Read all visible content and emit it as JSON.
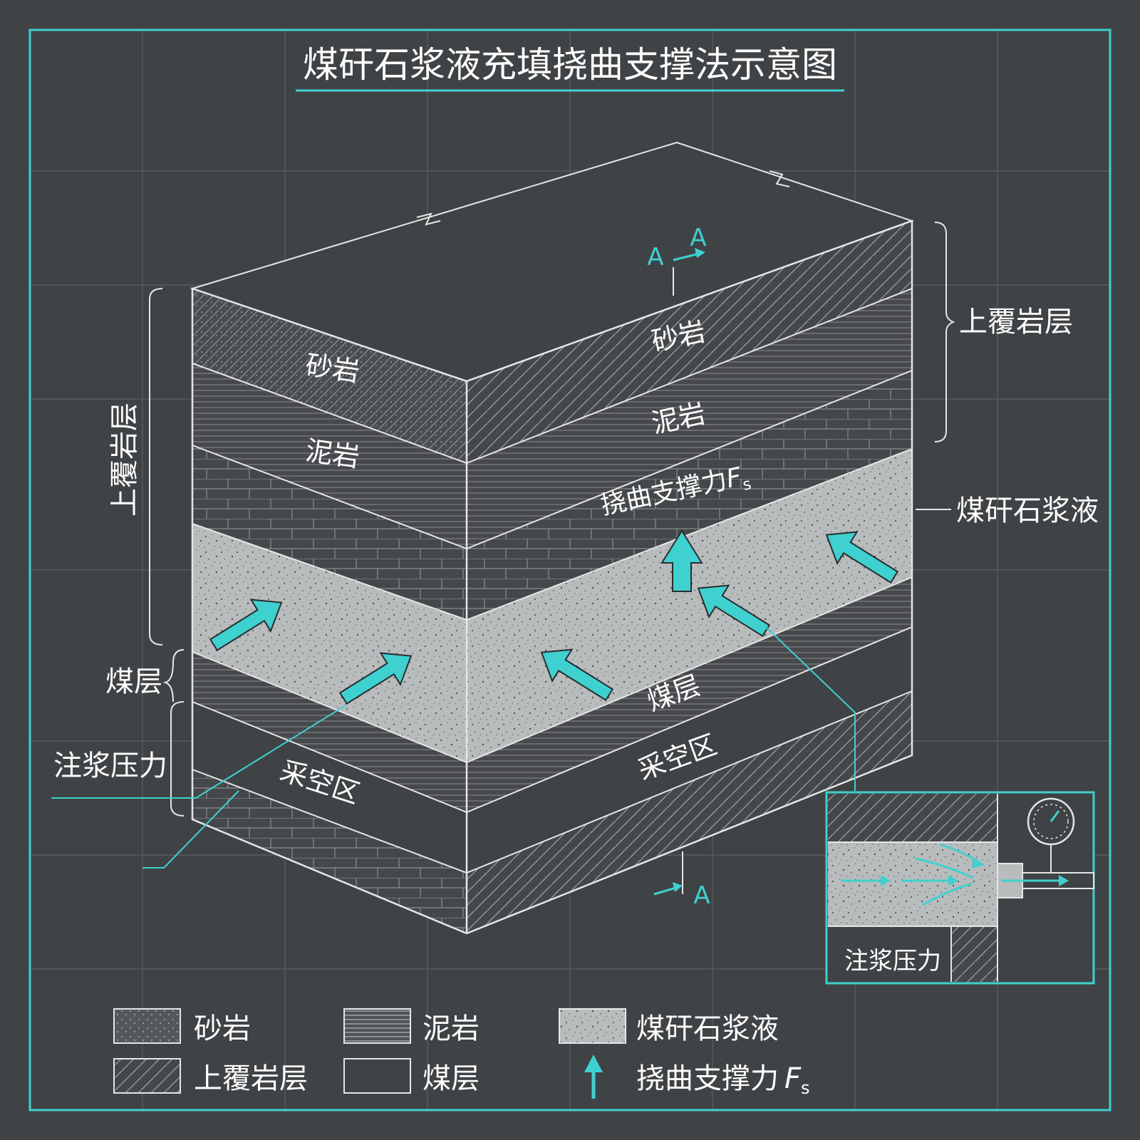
{
  "title": "煤矸石浆液充填挠曲支撑法示意图",
  "section_marks": {
    "a1": "A",
    "a2": "A",
    "a3": "A"
  },
  "front_face": {
    "sandstone": "砂岩",
    "mudstone": "泥岩",
    "goaf": "采空区"
  },
  "right_face": {
    "sandstone": "砂岩",
    "mudstone": "泥岩",
    "support_force": "挠曲支撑力",
    "force_symbol": "F",
    "force_sub": "s",
    "coal_seam": "煤层",
    "goaf": "采空区"
  },
  "side_labels": {
    "left_overburden": "上覆岩层",
    "left_coal": "煤层",
    "left_grout_pressure": "注浆压力",
    "right_overburden": "上覆岩层",
    "right_slurry": "煤矸石浆液"
  },
  "inset": {
    "grout_pressure": "注浆压力"
  },
  "legend": [
    {
      "label": "砂岩"
    },
    {
      "label": "泥岩"
    },
    {
      "label": "煤矸石浆液"
    },
    {
      "label": "上覆岩层"
    },
    {
      "label": "煤层"
    },
    {
      "label": "挠曲支撑力",
      "symbol": "F",
      "sub": "s"
    }
  ],
  "colors": {
    "background": "#404345",
    "accent_cyan": "#3fd0d0",
    "slurry_fill": "#b9bcbc",
    "rock_fill": "#4a4d50",
    "line": "#e6e6e6"
  }
}
